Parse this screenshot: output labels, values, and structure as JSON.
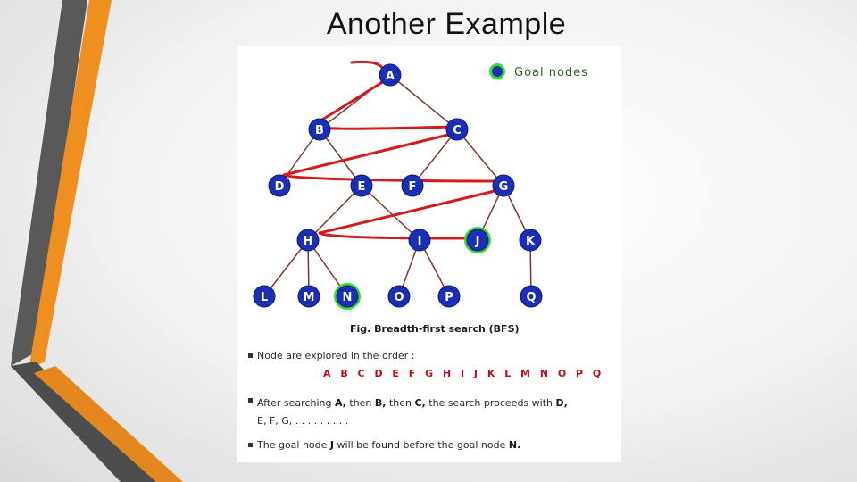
{
  "slide": {
    "title": "Another Example"
  },
  "legend": {
    "label": "Goal nodes",
    "goal_color": "#33dd33",
    "node_color": "#1a2fb5"
  },
  "nodes": [
    "A",
    "B",
    "C",
    "D",
    "E",
    "F",
    "G",
    "H",
    "I",
    "J",
    "K",
    "L",
    "M",
    "N",
    "O",
    "P",
    "Q"
  ],
  "goal_nodes": [
    "J",
    "N"
  ],
  "edges": [
    [
      "A",
      "B"
    ],
    [
      "A",
      "C"
    ],
    [
      "B",
      "D"
    ],
    [
      "B",
      "E"
    ],
    [
      "C",
      "F"
    ],
    [
      "C",
      "G"
    ],
    [
      "E",
      "H"
    ],
    [
      "E",
      "I"
    ],
    [
      "G",
      "J"
    ],
    [
      "G",
      "K"
    ],
    [
      "H",
      "L"
    ],
    [
      "H",
      "M"
    ],
    [
      "H",
      "N"
    ],
    [
      "I",
      "O"
    ],
    [
      "I",
      "P"
    ],
    [
      "K",
      "Q"
    ]
  ],
  "traversal_color": "#d61a1a",
  "caption": "Fig.  Breadth-first search (BFS)",
  "notes": {
    "order_intro": "Node  are  explored  in  the  order :",
    "order_sequence": "A B C D E F G H I J K L M N O P Q",
    "after_prefix": "After searching ",
    "after_A": "A,",
    "after_then": "  then ",
    "after_B": "B,",
    "after_then2": "  then ",
    "after_C": "C,",
    "after_middle": "  the  search  proceeds  with  ",
    "after_D": "D,",
    "after_tail": "E,  F,  G, . . . . . . . . .",
    "goal_prefix": "The goal node ",
    "goal_J": "J",
    "goal_mid": "  will be found before the goal node ",
    "goal_N": "N."
  }
}
